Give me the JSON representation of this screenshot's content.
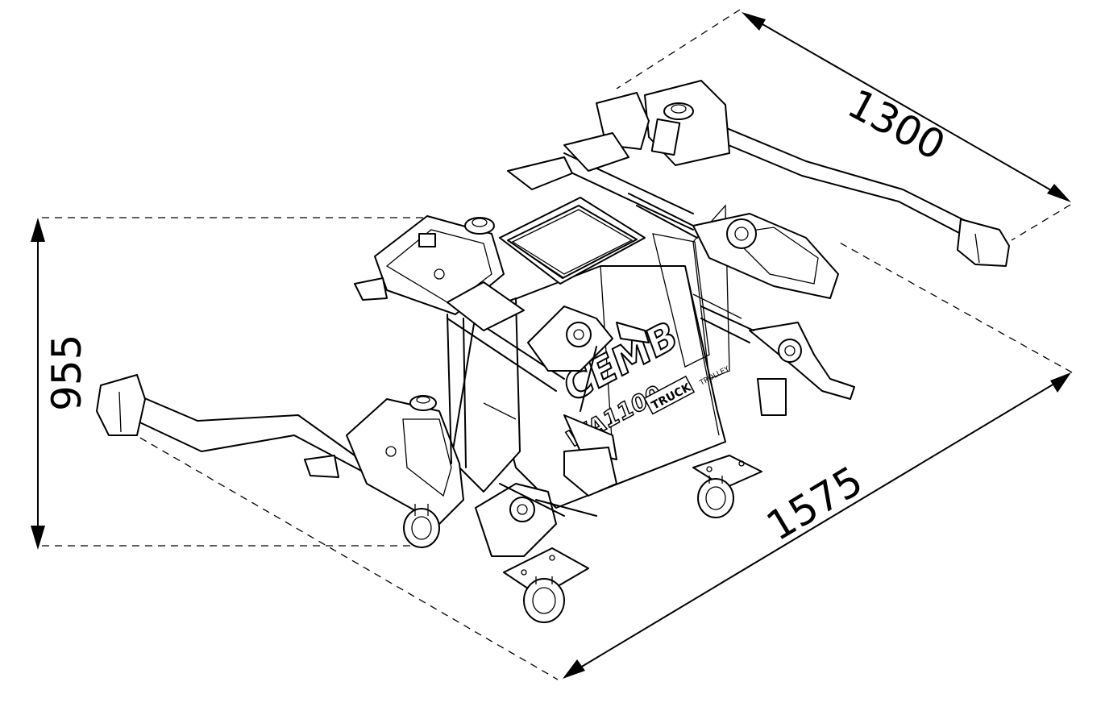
{
  "dimensions": {
    "length": "1575",
    "width": "1300",
    "height": "955"
  },
  "branding": {
    "logo": "CEMB",
    "model": "WA1100",
    "badge": "TRUCK",
    "subtitle": "TROLLEY"
  }
}
